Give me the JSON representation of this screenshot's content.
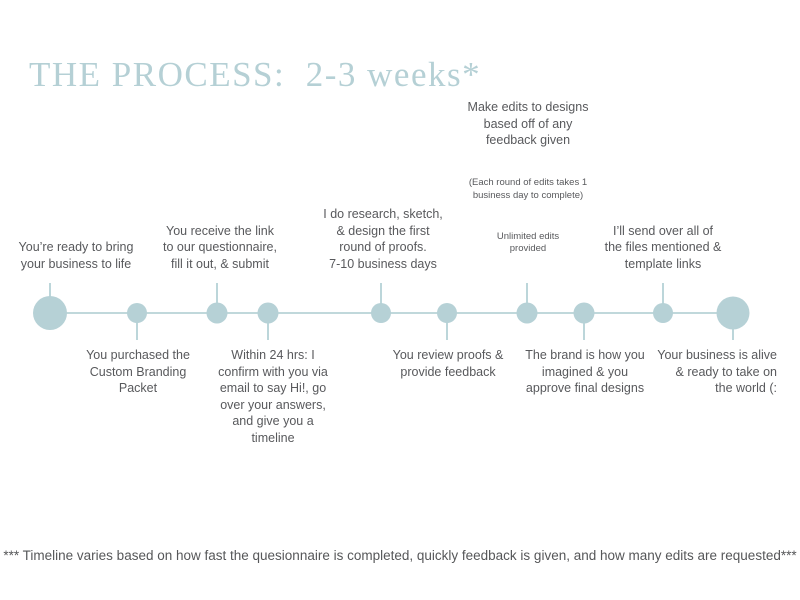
{
  "title": "THE PROCESS:  2-3 weeks*",
  "colors": {
    "accent_blue": "#b6d1d6",
    "line_blue": "#c0d8db",
    "title_blue": "#b5d0d5",
    "text_gray": "#58595c"
  },
  "timeline": {
    "node_count": 10,
    "nodes": [
      {
        "name": "start",
        "size": "large",
        "tick": "up"
      },
      {
        "name": "step-2",
        "size": "small",
        "tick": "down"
      },
      {
        "name": "step-3",
        "size": "small",
        "tick": "up"
      },
      {
        "name": "step-4",
        "size": "small",
        "tick": "down"
      },
      {
        "name": "step-5",
        "size": "small",
        "tick": "up"
      },
      {
        "name": "step-6",
        "size": "small",
        "tick": "down"
      },
      {
        "name": "step-7",
        "size": "small",
        "tick": "up"
      },
      {
        "name": "step-8",
        "size": "small",
        "tick": "down"
      },
      {
        "name": "step-9",
        "size": "small",
        "tick": "up"
      },
      {
        "name": "end",
        "size": "large",
        "tick": "down"
      }
    ],
    "steps_above": [
      {
        "text": "You’re ready to bring\nyour business to life"
      },
      {
        "text": "You receive the link\nto our questionnaire,\nfill it out, & submit"
      },
      {
        "text": "I do research, sketch,\n& design the first\nround of proofs.\n7-10 business days"
      },
      {
        "text": "Make edits to designs\nbased off of any\nfeedback given",
        "note1": "(Each round of edits takes 1\nbusiness day to complete)",
        "note2": "Unlimited edits\nprovided"
      },
      {
        "text": "I’ll send over all of\nthe files mentioned &\ntemplate links"
      }
    ],
    "steps_below": [
      {
        "text": "You purchased the\nCustom Branding\nPacket"
      },
      {
        "text": "Within 24 hrs: I\nconfirm with you via\nemail to say Hi!, go\nover your answers,\nand give you a\ntimeline"
      },
      {
        "text": "You review proofs &\nprovide feedback"
      },
      {
        "text": "The brand is how you\nimagined & you\napprove final designs"
      },
      {
        "text": "Your business is alive\n& ready to take on\nthe world (:"
      }
    ]
  },
  "footnote": "*** Timeline varies based on how fast the quesionnaire is completed, quickly feedback is given, and how many edits are requested***"
}
